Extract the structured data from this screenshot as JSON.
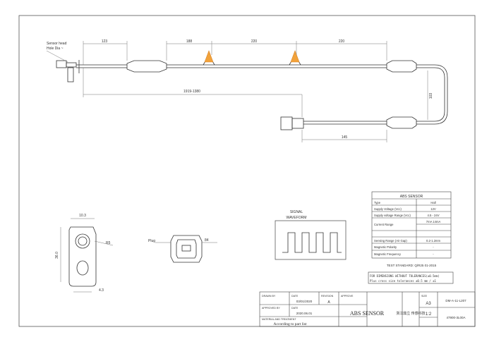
{
  "drawing": {
    "sensor_label": "Sensor head",
    "sensor_spec": "Hole Dia ~",
    "dims_top": [
      "123",
      "188",
      "220",
      "220"
    ],
    "dim_long": "1919-1380",
    "dim_right": "103",
    "dim_bottom": "145"
  },
  "views": {
    "hole_dim": "10.3",
    "height_dim": "36.0",
    "angle_dim": "R5",
    "bottom_dim": "4.3",
    "conn_left": "Plug",
    "conn_right": "84"
  },
  "signal": {
    "title": "SIGNAL",
    "subtitle": "WAVEFORM"
  },
  "spec_table": {
    "header": "ABS SENSOR",
    "rows": [
      {
        "label": "Type",
        "value": "Hall"
      },
      {
        "label": "Supply Voltage (Vcc)",
        "value": "12V"
      },
      {
        "label": "Supply voltage Range (Vcc)",
        "value": "4.5 - 24V"
      },
      {
        "label": "Current Range",
        "value": "7mA  14mA"
      },
      {
        "label": "",
        "value": ""
      },
      {
        "label": "Sensing Range (Air Gap)",
        "value": "0.2-1.2mm"
      },
      {
        "label": "Magnetic Polarity",
        "value": "-"
      },
      {
        "label": "Magnetic Frequency",
        "value": "-"
      }
    ],
    "footer": "TEST STANDARD: Q/R25 01-2015"
  },
  "notes": {
    "line1": "FOR DIMENSIONS WITHOUT TOLERANCES(±0.5mm)",
    "line2": "Plus cross size tolerances ±0.5 mm / ±1"
  },
  "title_block": {
    "drawn_by": "DRAWN BY",
    "date_label": "DATE",
    "date_value": "03/01/2020",
    "revision_label": "REVISION",
    "revision_value": "A",
    "checked_by": "APPROVED BY",
    "date2_label": "DATE",
    "date2_value": "2020.06.01",
    "approved": "APPROVE",
    "material_label": "MATERIAL AND TREATMENT",
    "material_value": "According to part list",
    "name": "ABS SENSOR",
    "company": "浙江鼎立\n传感科技",
    "size_label": "SIZE",
    "size_value": "A3",
    "scale_value": "1:2",
    "dwg_no": "DM-A-11-L207",
    "part_no": "47900-3L00A"
  }
}
